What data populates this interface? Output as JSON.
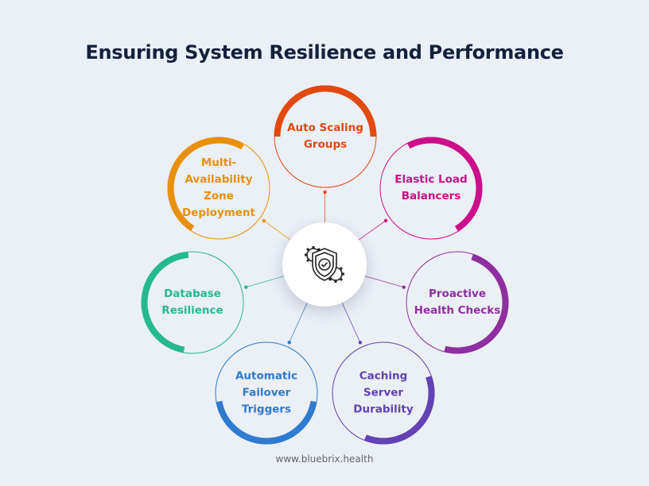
{
  "title": "Ensuring System Resilience and Performance",
  "center_icon": "shield-check-gears-icon",
  "nodes": [
    {
      "id": "auto-scaling",
      "label": "Auto Scaling Groups",
      "color": "#e2490f"
    },
    {
      "id": "elastic-load-balancers",
      "label": "Elastic Load Balancers",
      "color": "#cc0f8a"
    },
    {
      "id": "proactive-health-checks",
      "label": "Proactive Health Checks",
      "color": "#8e2fa0"
    },
    {
      "id": "caching-server-durability",
      "label": "Caching Server Durability",
      "color": "#6342b4"
    },
    {
      "id": "automatic-failover-triggers",
      "label": "Automatic Failover Triggers",
      "color": "#2e7bd0"
    },
    {
      "id": "database-resilience",
      "label": "Database Resilience",
      "color": "#25b98f"
    },
    {
      "id": "multi-az-deployment",
      "label": "Multi-Availability Zone Deployment",
      "color": "#e8900a"
    }
  ],
  "footer": "www.bluebrix.health"
}
